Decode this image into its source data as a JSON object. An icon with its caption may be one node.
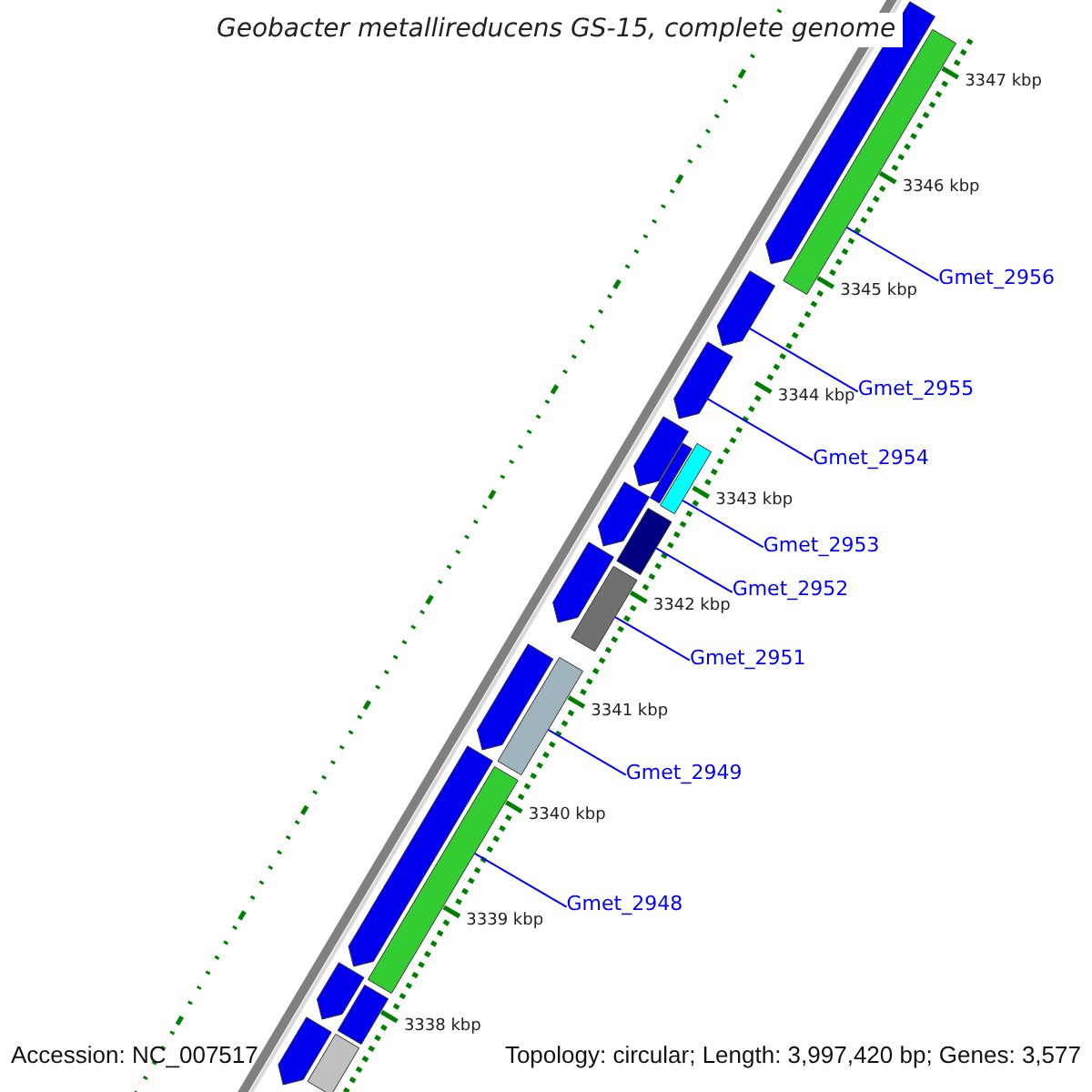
{
  "diagram": {
    "title": "Geobacter metallireducens GS-15, complete genome",
    "nodes": [
      {
        "text": [
          "Gmet_2956"
        ]
      },
      {
        "text": [
          "Gmet_2955"
        ]
      },
      {
        "text": [
          "Gmet_2954"
        ]
      },
      {
        "text": [
          "Gmet_2953"
        ]
      },
      {
        "text": [
          "Gmet_2952"
        ]
      },
      {
        "text": [
          "Gmet_2951"
        ]
      },
      {
        "text": [
          "Gmet_2949"
        ]
      },
      {
        "text": [
          "Gmet_2948"
        ]
      },
      {
        "text": [],
        "shape": "bar"
      },
      {
        "text": [],
        "shape": "arrow"
      },
      {
        "text": [],
        "shape": "arrow"
      },
      {
        "text": [],
        "shape": "bar"
      },
      {
        "text": [],
        "shape": "bar"
      },
      {
        "text": [],
        "shape": "bar"
      },
      {
        "text": [],
        "shape": "bar"
      },
      {
        "text": [],
        "shape": "bar"
      },
      {
        "text": [],
        "shape": "arrow"
      },
      {
        "text": [],
        "shape": "arrow"
      },
      {
        "text": [],
        "shape": "bar"
      },
      {
        "text": [],
        "shape": "arrow"
      },
      {
        "text": [],
        "shape": "arrow"
      },
      {
        "text": [],
        "shape": "arrow"
      },
      {
        "text": [],
        "shape": "arrow"
      },
      {
        "text": [],
        "shape": "arrow"
      },
      {
        "text": [],
        "shape": "bar"
      },
      {
        "text": [],
        "shape": "arrow"
      },
      {
        "text": [],
        "shape": "bar"
      }
    ],
    "edges": [
      {
        "from": 0,
        "to": 8,
        "arrow": "none"
      },
      {
        "from": 1,
        "to": 9,
        "arrow": "none"
      },
      {
        "from": 2,
        "to": 10,
        "arrow": "none"
      },
      {
        "from": 3,
        "to": 11,
        "arrow": "none"
      },
      {
        "from": 4,
        "to": 12,
        "arrow": "none"
      },
      {
        "from": 5,
        "to": 13,
        "arrow": "none"
      },
      {
        "from": 6,
        "to": 14,
        "arrow": "none"
      },
      {
        "from": 7,
        "to": 15,
        "arrow": "none"
      }
    ],
    "labels": [
      "3347 kbp",
      "3346 kbp",
      "3345 kbp",
      "3344 kbp",
      "3343 kbp",
      "3342 kbp",
      "3341 kbp",
      "3340 kbp",
      "3339 kbp",
      "3338 kbp",
      "Accession: NC_007517",
      "Topology: circular; Length: 3,997,420 bp; Genes: 3,577"
    ]
  }
}
